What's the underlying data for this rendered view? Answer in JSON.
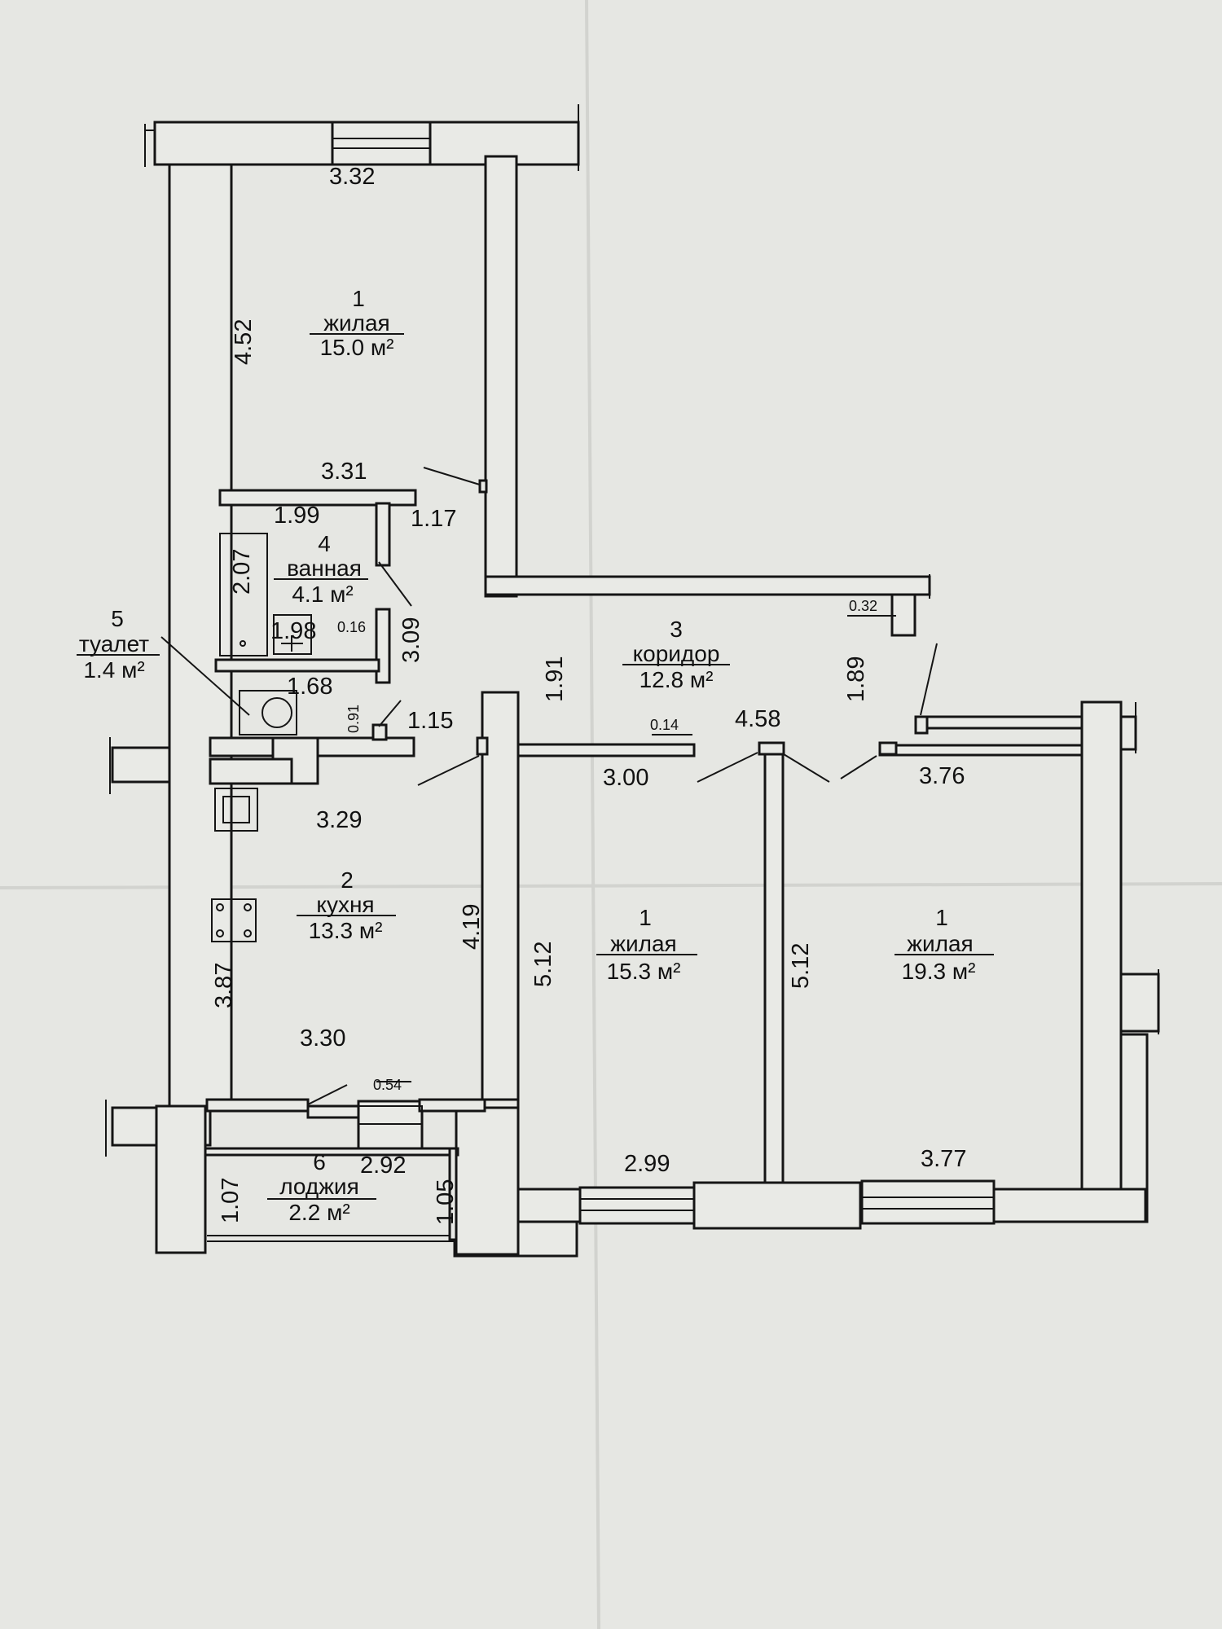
{
  "colors": {
    "paper": "#e6e7e3",
    "ink": "#151515"
  },
  "rooms": {
    "living_top": {
      "num": "1",
      "name": "жилая",
      "area": "15.0 м²"
    },
    "kitchen": {
      "num": "2",
      "name": "кухня",
      "area": "13.3 м²"
    },
    "corridor": {
      "num": "3",
      "name": "коридор",
      "area": "12.8 м²"
    },
    "bathroom": {
      "num": "4",
      "name": "ванная",
      "area": "4.1 м²"
    },
    "toilet": {
      "num": "5",
      "name": "туалет",
      "area": "1.4 м²"
    },
    "loggia": {
      "num": "6",
      "name": "лоджия",
      "area": "2.2 м²"
    },
    "living_mid": {
      "num": "1",
      "name": "жилая",
      "area": "15.3 м²"
    },
    "living_right": {
      "num": "1",
      "name": "жилая",
      "area": "19.3 м²"
    }
  },
  "dims": {
    "top_width": "3.32",
    "top_height": "4.52",
    "top_bottom": "3.31",
    "bath_width": "1.99",
    "door_117": "1.17",
    "bath_height": "2.07",
    "bath_309": "3.09",
    "bath_198": "1.98",
    "bath_016": "0.16",
    "toilet_width": "1.68",
    "toilet_091": "0.91",
    "door_115": "1.15",
    "corr_191": "1.91",
    "corr_032": "0.32",
    "corr_189": "1.89",
    "corr_014": "0.14",
    "corr_458": "4.58",
    "corr_300": "3.00",
    "corr_376": "3.76",
    "kitchen_top": "3.29",
    "kitchen_height": "3.87",
    "kitchen_419": "4.19",
    "kitchen_bottom": "3.30",
    "mid_height": "5.12",
    "right_height": "5.12",
    "loggia_054": "0.54",
    "loggia_width": "2.92",
    "loggia_left": "1.07",
    "loggia_right": "1.05",
    "mid_bottom": "2.99",
    "right_bottom": "3.77"
  }
}
